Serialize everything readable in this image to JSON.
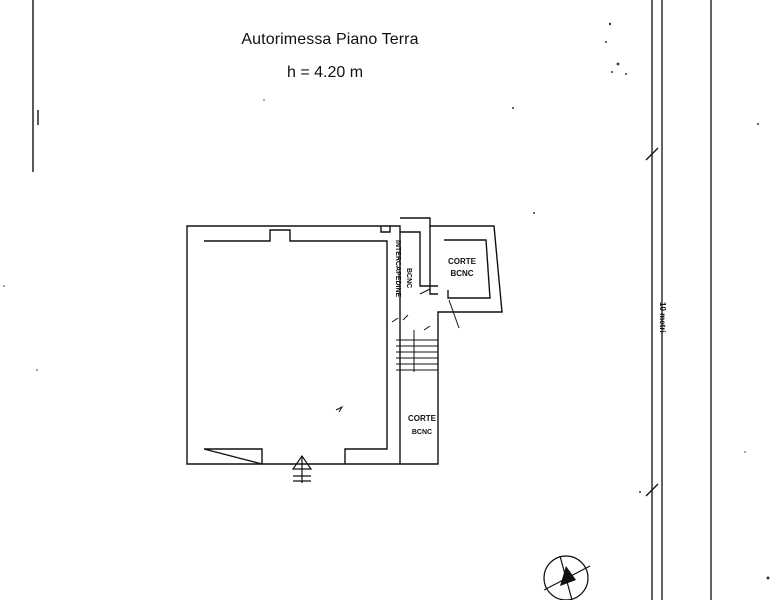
{
  "drawing": {
    "title": "Autorimessa Piano Terra",
    "height_label": "h = 4.20 m"
  },
  "rooms": {
    "corte_top": [
      "CORTE",
      "BCNC"
    ],
    "corte_bottom": [
      "CORTE",
      "BCNC"
    ],
    "intercapedine": [
      "BCNC",
      "INTERCAPEDINE"
    ]
  },
  "scale": {
    "label": "10 metri"
  },
  "colors": {
    "ink": "#111111",
    "paper": "#ffffff"
  }
}
